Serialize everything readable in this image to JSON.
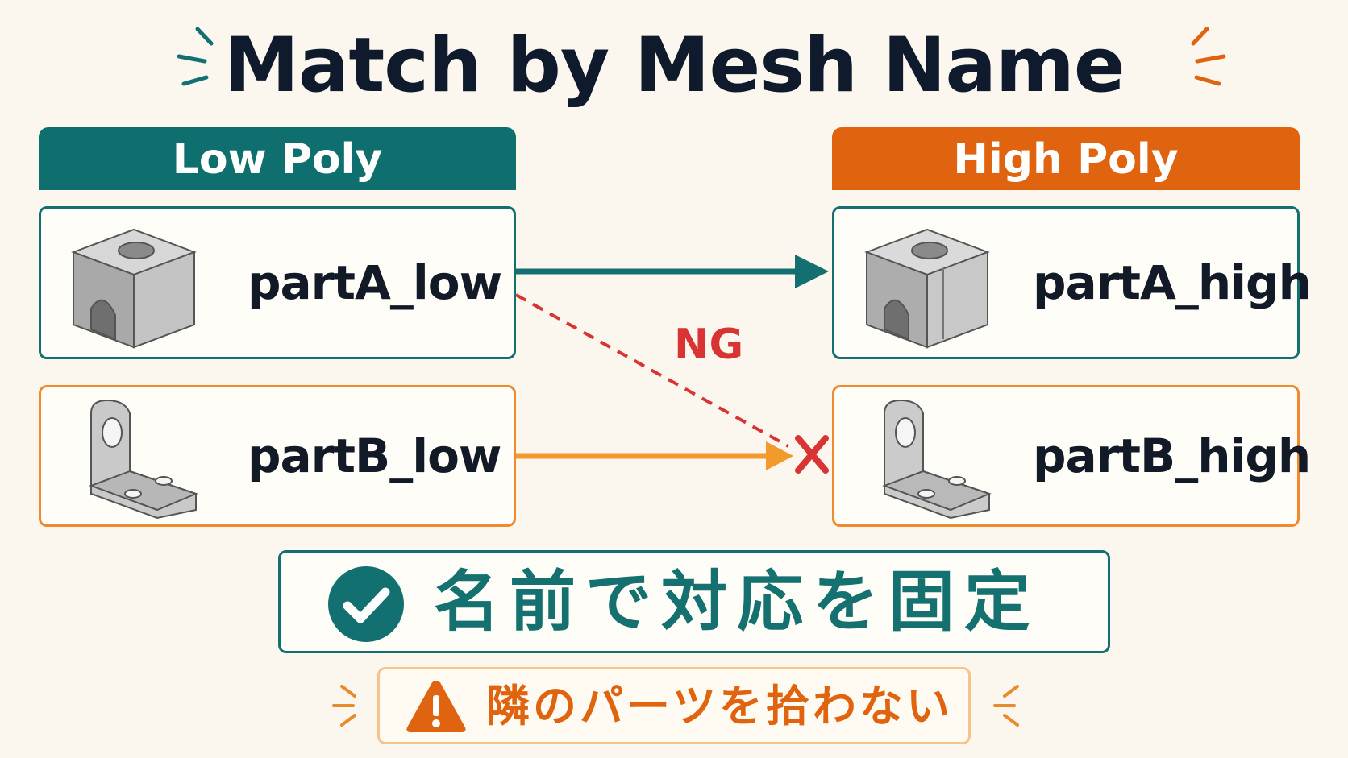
{
  "title": "Match by Mesh Name",
  "low_header": "Low Poly",
  "high_header": "High Poly",
  "low_items": [
    {
      "name": "partA_low",
      "icon": "block-with-hole-icon"
    },
    {
      "name": "partB_low",
      "icon": "l-bracket-icon"
    }
  ],
  "high_items": [
    {
      "name": "partA_high",
      "icon": "block-with-hole-icon"
    },
    {
      "name": "partB_high",
      "icon": "l-bracket-icon"
    }
  ],
  "connections": [
    {
      "from": "partA_low",
      "to": "partA_high",
      "status": "match"
    },
    {
      "from": "partB_low",
      "to": "partB_high",
      "status": "match"
    },
    {
      "from": "partA_low",
      "to": "partB_high",
      "status": "rejected"
    }
  ],
  "rejected_label": "NG",
  "ok_message": "名前で対応を固定",
  "warning_message": "隣のパーツを拾わない",
  "colors": {
    "teal": "#0f6e6e",
    "orange": "#e0640f",
    "light_orange": "#f39a2c",
    "red": "#d83434",
    "dark_text": "#0f1b2d",
    "background": "#fbf7ef"
  }
}
